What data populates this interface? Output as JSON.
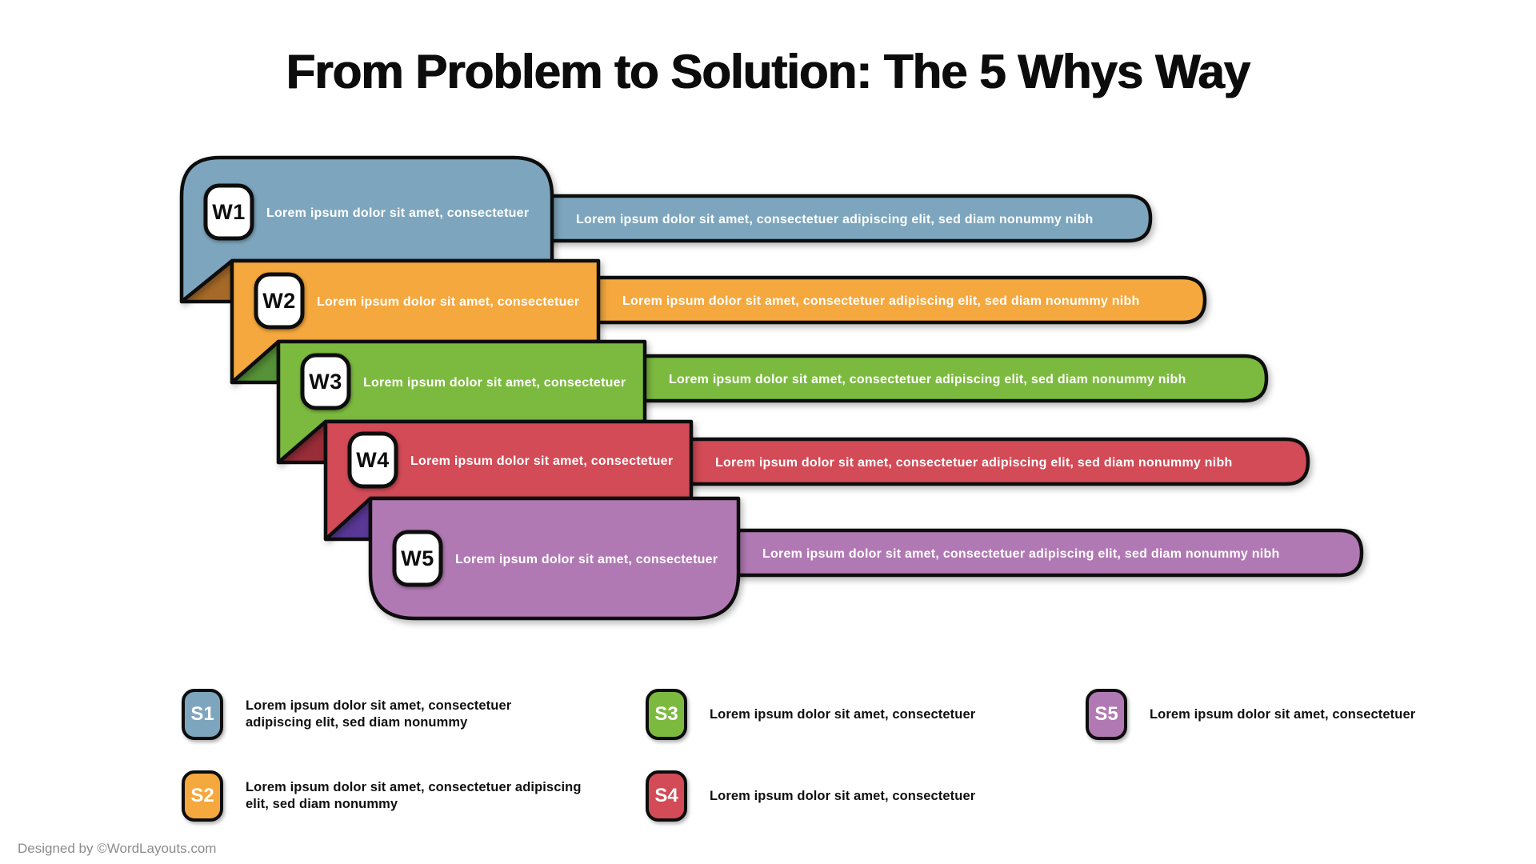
{
  "title": "From Problem to Solution: The 5 Whys Way",
  "footer": {
    "credit": "Designed by ©WordLayouts.com"
  },
  "whys": [
    {
      "label": "W1",
      "card_text": "Lorem ipsum dolor sit amet, consectetuer",
      "bar_text": "Lorem ipsum dolor sit amet, consectetuer adipiscing elit, sed diam nonummy nibh",
      "color": "#7DA6BE"
    },
    {
      "label": "W2",
      "card_text": "Lorem ipsum dolor sit amet, consectetuer",
      "bar_text": "Lorem ipsum dolor sit amet, consectetuer adipiscing elit, sed diam nonummy nibh",
      "color": "#F5A83E",
      "fold_color": "#A66A28"
    },
    {
      "label": "W3",
      "card_text": "Lorem ipsum dolor sit amet, consectetuer",
      "bar_text": "Lorem ipsum dolor sit amet, consectetuer adipiscing elit, sed diam nonummy nibh",
      "color": "#7CBA3F",
      "fold_color": "#569237"
    },
    {
      "label": "W4",
      "card_text": "Lorem ipsum dolor sit amet, consectetuer",
      "bar_text": "Lorem ipsum dolor sit amet, consectetuer adipiscing elit, sed diam nonummy nibh",
      "color": "#D24B57",
      "fold_color": "#992D38"
    },
    {
      "label": "W5",
      "card_text": "Lorem ipsum dolor sit amet, consectetuer",
      "bar_text": "Lorem ipsum dolor sit amet, consectetuer adipiscing elit, sed diam nonummy nibh",
      "color": "#B179B3",
      "fold_color": "#5A3896"
    }
  ],
  "solutions": [
    {
      "label": "S1",
      "color": "#7DA6BE",
      "lines": [
        "Lorem ipsum dolor sit amet, consectetuer",
        "adipiscing elit, sed diam nonummy"
      ]
    },
    {
      "label": "S2",
      "color": "#F5A83E",
      "lines": [
        "Lorem ipsum dolor sit amet, consectetuer adipiscing",
        "elit, sed diam nonummy"
      ]
    },
    {
      "label": "S3",
      "color": "#7CBA3F",
      "lines": [
        "Lorem ipsum dolor sit amet, consectetuer"
      ]
    },
    {
      "label": "S4",
      "color": "#D24B57",
      "lines": [
        "Lorem ipsum dolor sit amet, consectetuer"
      ]
    },
    {
      "label": "S5",
      "color": "#B179B3",
      "lines": [
        "Lorem ipsum dolor sit amet, consectetuer"
      ]
    }
  ]
}
